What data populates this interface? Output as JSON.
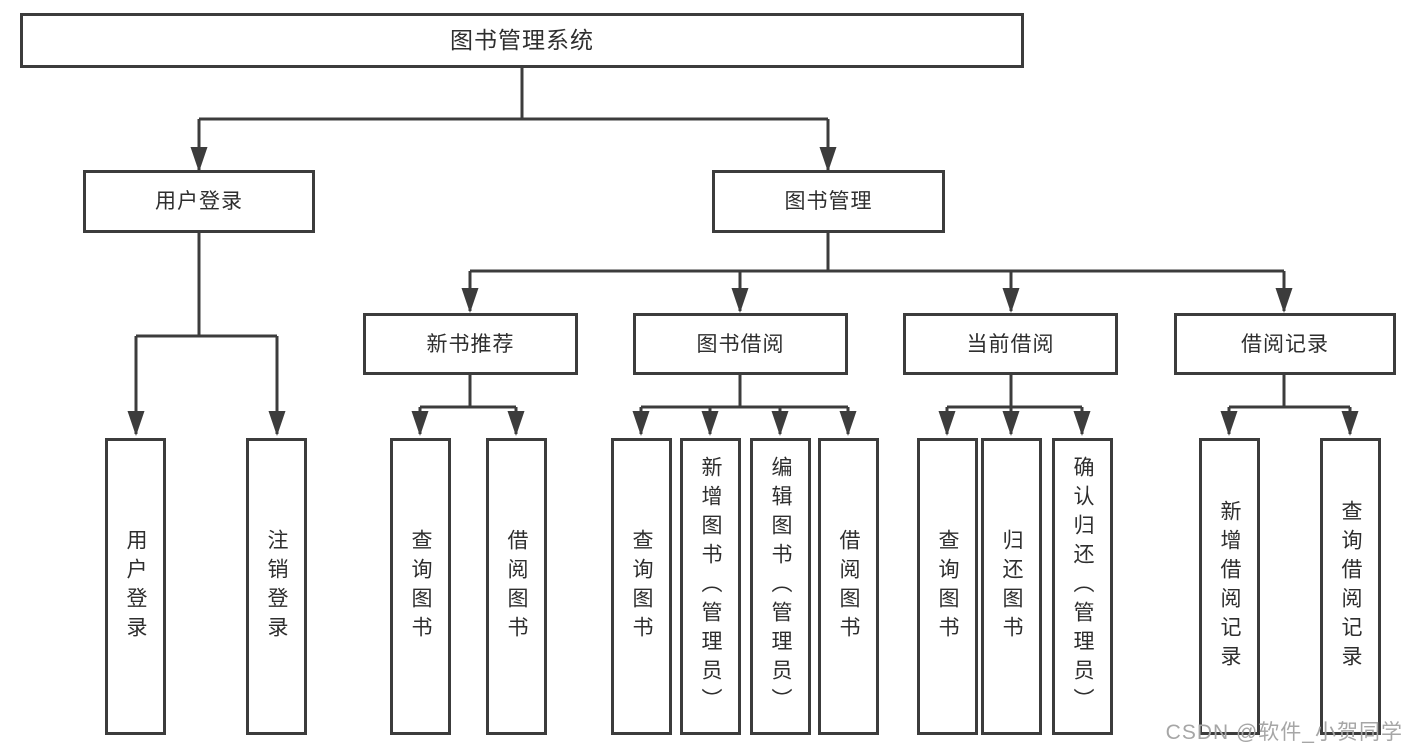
{
  "watermark": {
    "text": "CSDN @软件_小贺同学"
  },
  "colors": {
    "line": "#3c3c3c",
    "box_border": "#3c3c3c",
    "box_fill": "#ffffff",
    "text": "#2e2e2e",
    "watermark": "#a6a6a6",
    "canvas_bg": "#ffffff"
  },
  "tree": {
    "root": {
      "label": "图书管理系统",
      "children": [
        {
          "label": "用户登录",
          "children": [
            {
              "label": "用户登录"
            },
            {
              "label": "注销登录"
            }
          ]
        },
        {
          "label": "图书管理",
          "children": [
            {
              "label": "新书推荐",
              "children": [
                {
                  "label": "查询图书"
                },
                {
                  "label": "借阅图书"
                }
              ]
            },
            {
              "label": "图书借阅",
              "children": [
                {
                  "label": "查询图书"
                },
                {
                  "label": "新增图书（管理员）"
                },
                {
                  "label": "编辑图书（管理员）"
                },
                {
                  "label": "借阅图书"
                }
              ]
            },
            {
              "label": "当前借阅",
              "children": [
                {
                  "label": "查询图书"
                },
                {
                  "label": "归还图书"
                },
                {
                  "label": "确认归还（管理员）"
                }
              ]
            },
            {
              "label": "借阅记录",
              "children": [
                {
                  "label": "新增借阅记录"
                },
                {
                  "label": "查询借阅记录"
                }
              ]
            }
          ]
        }
      ]
    }
  }
}
